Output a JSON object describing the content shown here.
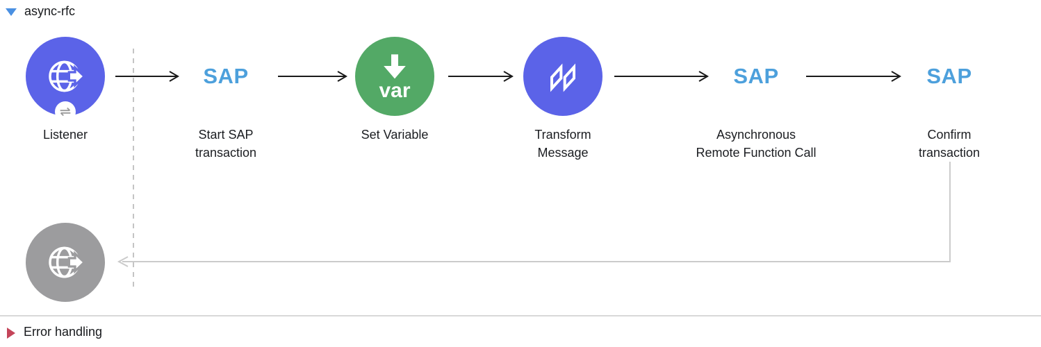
{
  "header": {
    "flow_name": "async-rfc"
  },
  "flow": {
    "nodes": [
      {
        "id": "listener",
        "label": "Listener",
        "icon": "http-listener-globe-icon",
        "badge_icon": "exchange-arrows-icon",
        "color": "#5b63e8"
      },
      {
        "id": "start-sap-transaction",
        "logo": "SAP",
        "label": "Start SAP transaction",
        "color": "#4da0dc"
      },
      {
        "id": "set-variable",
        "icon_text": "var",
        "label": "Set Variable",
        "icon": "set-variable-arrow-icon",
        "color": "#53a966"
      },
      {
        "id": "transform-message",
        "label": "Transform Message",
        "icon": "dataweave-icon",
        "color": "#5b63e8"
      },
      {
        "id": "async-remote-function-call",
        "logo": "SAP",
        "label": "Asynchronous Remote Function Call",
        "color": "#4da0dc"
      },
      {
        "id": "confirm-transaction",
        "logo": "SAP",
        "label": "Confirm transaction",
        "color": "#4da0dc"
      }
    ],
    "error_source_node": {
      "icon": "http-listener-globe-icon",
      "color": "#9c9c9e"
    }
  },
  "error_handling": {
    "title": "Error handling"
  },
  "colors": {
    "node_indigo": "#5b63e8",
    "node_green": "#53a966",
    "node_gray": "#9c9c9e",
    "sap_blue": "#4da0dc",
    "arrow_black": "#1a1a1a",
    "return_wire_gray": "#cbcbcb",
    "dashed_divider_gray": "#c4c4c4",
    "collapse_triangle_blue": "#4a90e2",
    "error_triangle_red": "#c4455a"
  }
}
